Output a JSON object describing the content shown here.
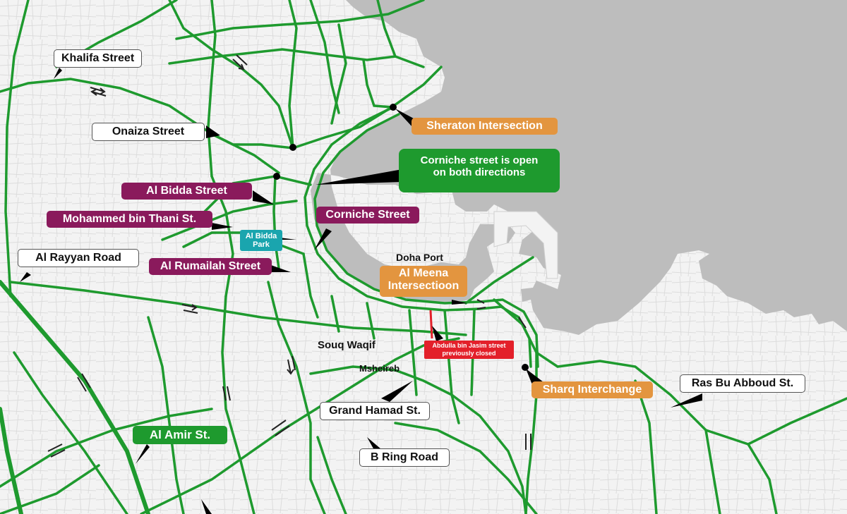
{
  "colors": {
    "road": "#1e9a2e",
    "water": "#bdbdbd",
    "land": "#f3f3f3",
    "street_label": "#8a1a5c",
    "intersection_label": "#e3953f",
    "closure": "#e3202a",
    "park": "#1aa5ae"
  },
  "labels": {
    "khalifa": "Khalifa Street",
    "onaiza": "Onaiza Street",
    "al_bidda": "Al Bidda Street",
    "mohammed": "Mohammed bin Thani St.",
    "al_rayyan": "Al Rayyan Road",
    "al_rumailah": "Al Rumailah Street",
    "corniche": "Corniche Street",
    "corniche_note_1": "Corniche street is open",
    "corniche_note_2": "on both directions",
    "sheraton": "Sheraton Intersection",
    "park_1": "Al Bidda",
    "park_2": "Park",
    "doha_port": "Doha Port",
    "al_meena_1": "Al Meena",
    "al_meena_2": "Intersectioon",
    "souq_waqif": "Souq Waqif",
    "msheireb": "Msheireb",
    "abdulla_1": "Abdulla bin Jasim street",
    "abdulla_2": "previously closed",
    "grand_hamad": "Grand Hamad St.",
    "sharq": "Sharq Interchange",
    "ras_bu_abboud": "Ras Bu Abboud St.",
    "al_amir": "Al Amir St.",
    "b_ring": "B Ring Road"
  }
}
